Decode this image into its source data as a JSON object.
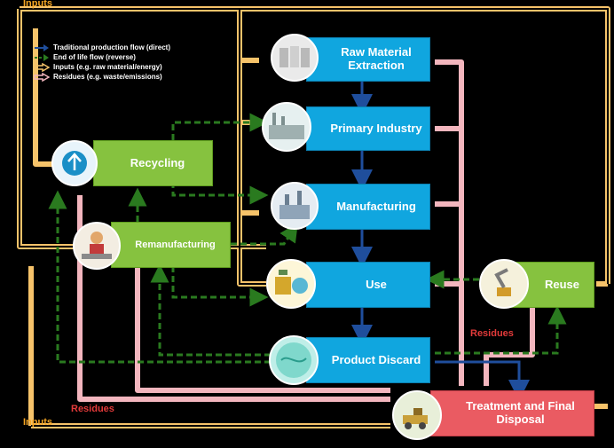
{
  "nodes": {
    "raw_material": "Raw Material Extraction",
    "primary_industry": "Primary Industry",
    "manufacturing": "Manufacturing",
    "use": "Use",
    "product_discard": "Product Discard",
    "recycling": "Recycling",
    "remanufacturing": "Remanufacturing",
    "reuse": "Reuse",
    "treatment": "Treatment and Final Disposal"
  },
  "labels": {
    "inputs_top": "Inputs",
    "inputs_bottom": "Inputs",
    "residues_left": "Residues",
    "residues_right": "Residues"
  },
  "legend": {
    "items": [
      {
        "label": "Traditional production flow (direct)",
        "color": "#1f4e9c",
        "style": "solid-arrow"
      },
      {
        "label": "End of life flow (reverse)",
        "color": "#2a7a1f",
        "style": "dashed-arrow"
      },
      {
        "label": "Inputs (e.g. raw material/energy)",
        "color": "#f6c36a",
        "style": "outline-arrow"
      },
      {
        "label": "Residues (e.g. waste/emissions)",
        "color": "#f3b6be",
        "style": "outline-arrow"
      }
    ]
  },
  "colors": {
    "direct": "#1f4e9c",
    "reverse": "#2a7a1f",
    "inputs": "#f6c36a",
    "residues": "#f3b6be",
    "blue_node": "#10a6df",
    "green_node": "#86c23f",
    "red_node": "#ea5b62",
    "inputs_text": "#f6a623",
    "residues_text": "#e23a3a"
  },
  "icons": [
    "barrels-icon",
    "factory-icon",
    "plant-icon",
    "appliances-icon",
    "globe-icon",
    "recycle-icon",
    "worker-icon",
    "robot-arm-icon",
    "bulldozer-icon"
  ]
}
